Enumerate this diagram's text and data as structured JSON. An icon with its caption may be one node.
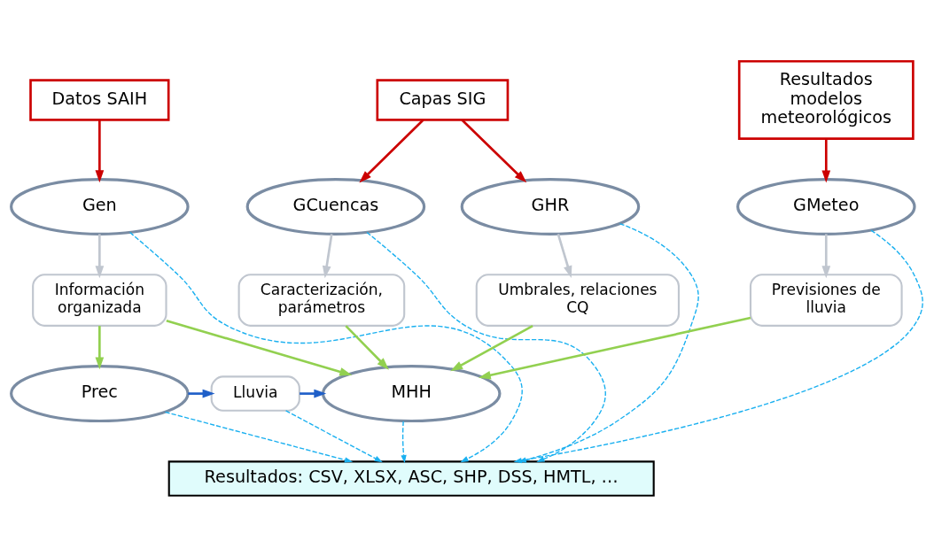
{
  "diagram": {
    "nodes": [
      {
        "text": [
          "Datos SAIH"
        ]
      },
      {
        "text": [
          "Resultados modelos meteorológicos"
        ]
      },
      {
        "text": [
          "Capas SIG"
        ]
      },
      {
        "text": [
          "Gen"
        ]
      },
      {
        "text": [
          "GMeteo"
        ]
      },
      {
        "text": [
          "GCuencas"
        ]
      },
      {
        "text": [
          "GHR"
        ]
      },
      {
        "text": [
          "Información organizada"
        ]
      },
      {
        "text": [
          "Previsiones de lluvia"
        ]
      },
      {
        "text": [
          "Caracterización, parámetros"
        ]
      },
      {
        "text": [
          "Umbrales, relaciones CQ"
        ]
      },
      {
        "text": [
          "Prec"
        ]
      },
      {
        "text": [
          "Lluvia"
        ]
      },
      {
        "text": [
          "MHH"
        ]
      },
      {
        "text": [
          "Resultados: CSV, XLSX, ASC, SHP, DSS, HMTL, …"
        ]
      }
    ],
    "edges": [
      {
        "from": 0,
        "to": 3,
        "arrow": "to",
        "color": "#cc0000"
      },
      {
        "from": 1,
        "to": 4,
        "arrow": "to",
        "color": "#cc0000"
      },
      {
        "from": 2,
        "to": 5,
        "arrow": "to",
        "color": "#cc0000"
      },
      {
        "from": 2,
        "to": 6,
        "arrow": "to",
        "color": "#cc0000"
      },
      {
        "from": 3,
        "to": 7,
        "arrow": "to",
        "color": "#c0c6cf"
      },
      {
        "from": 4,
        "to": 8,
        "arrow": "to",
        "color": "#c0c6cf"
      },
      {
        "from": 5,
        "to": 9,
        "arrow": "to",
        "color": "#c0c6cf"
      },
      {
        "from": 6,
        "to": 10,
        "arrow": "to",
        "color": "#c0c6cf"
      },
      {
        "from": 7,
        "to": 11,
        "arrow": "to",
        "color": "#92d050"
      },
      {
        "from": 7,
        "to": 13,
        "arrow": "to",
        "color": "#92d050"
      },
      {
        "from": 8,
        "to": 13,
        "arrow": "to",
        "color": "#92d050"
      },
      {
        "from": 9,
        "to": 13,
        "arrow": "to",
        "color": "#92d050"
      },
      {
        "from": 10,
        "to": 13,
        "arrow": "to",
        "color": "#92d050"
      },
      {
        "from": 11,
        "to": 12,
        "arrow": "to",
        "color": "#1f5fc8"
      },
      {
        "from": 12,
        "to": 13,
        "arrow": "to",
        "color": "#1f5fc8"
      },
      {
        "from": 3,
        "to": 14,
        "arrow": "to",
        "style": "dashed"
      },
      {
        "from": 4,
        "to": 14,
        "arrow": "to",
        "style": "dashed"
      },
      {
        "from": 5,
        "to": 14,
        "arrow": "to",
        "style": "dashed"
      },
      {
        "from": 6,
        "to": 14,
        "arrow": "to",
        "style": "dashed"
      },
      {
        "from": 11,
        "to": 14,
        "arrow": "to",
        "style": "dashed"
      },
      {
        "from": 12,
        "to": 14,
        "arrow": "to",
        "style": "dashed"
      },
      {
        "from": 13,
        "to": 14,
        "arrow": "to",
        "style": "dashed"
      }
    ]
  }
}
